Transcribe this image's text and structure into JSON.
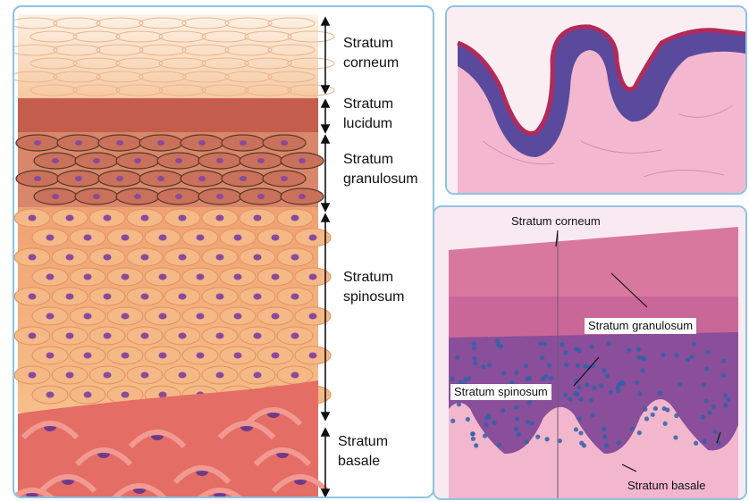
{
  "diagram": {
    "layers": [
      {
        "key": "corneum",
        "line1": "Stratum",
        "line2": "corneum"
      },
      {
        "key": "lucidum",
        "line1": "Stratum",
        "line2": "lucidum"
      },
      {
        "key": "granulosum",
        "line1": "Stratum",
        "line2": "granulosum"
      },
      {
        "key": "spinosum",
        "line1": "Stratum",
        "line2": "spinosum"
      },
      {
        "key": "basale",
        "line1": "Stratum",
        "line2": "basale"
      }
    ]
  },
  "micrograph": {
    "labels": {
      "corneum": "Stratum corneum",
      "granulosum": "Stratum granulosum",
      "spinosum": "Stratum spinosum",
      "basale": "Stratum basale"
    }
  },
  "colors": {
    "panel_border": "#8cc3e3",
    "corneum": "#f7d7bd",
    "lucidum": "#c8604f",
    "granulosum": "#d88a6a",
    "spinosum": "#f2ad78",
    "basale": "#e46d66",
    "nucleus": "#8a4a9c",
    "he_pink": "#e9a4c4",
    "he_purple": "#6b4aa0"
  }
}
